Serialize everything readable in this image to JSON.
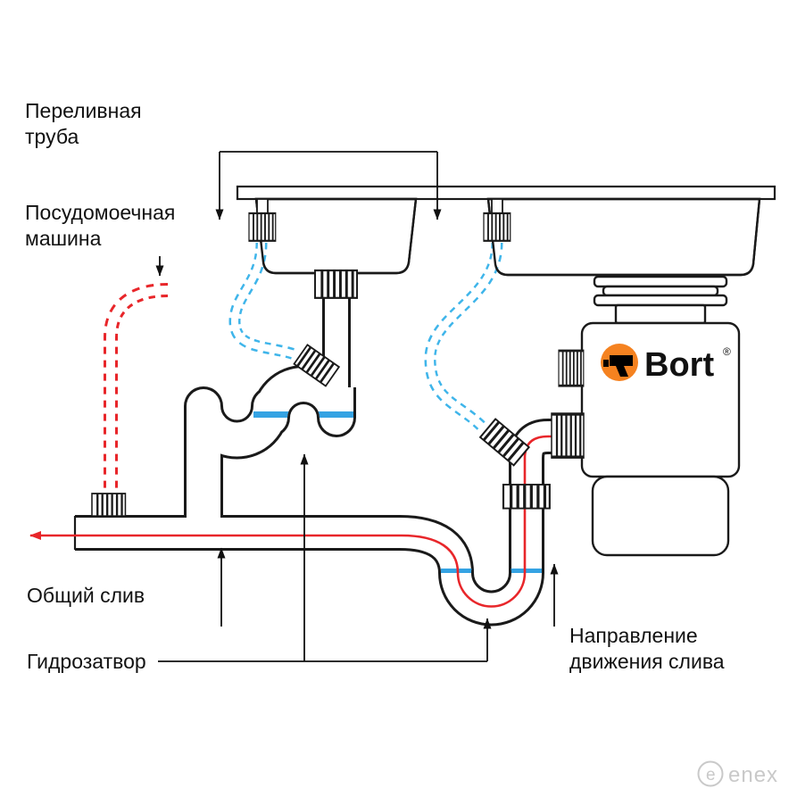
{
  "diagram": {
    "title": "Sink and food waste disposer plumbing diagram",
    "labels": {
      "overflow_pipe": "Переливная труба",
      "dishwasher": "Посудомоечная машина",
      "common_drain": "Общий слив",
      "water_trap": "Гидрозатвор",
      "flow_direction": "Направление движения слива"
    },
    "brand": {
      "name": "Bort",
      "registered": "®"
    },
    "watermark": {
      "initial": "e",
      "text": "enex"
    },
    "colors": {
      "water": "#35a3e3",
      "overflow_hose": "#3fb5ea",
      "drain_flow": "#e8262a",
      "dishwasher_hose": "#e8262a",
      "brand_orange": "#f58220",
      "outline": "#1a1a1a",
      "watermark_gray": "#c9c9c9"
    }
  }
}
